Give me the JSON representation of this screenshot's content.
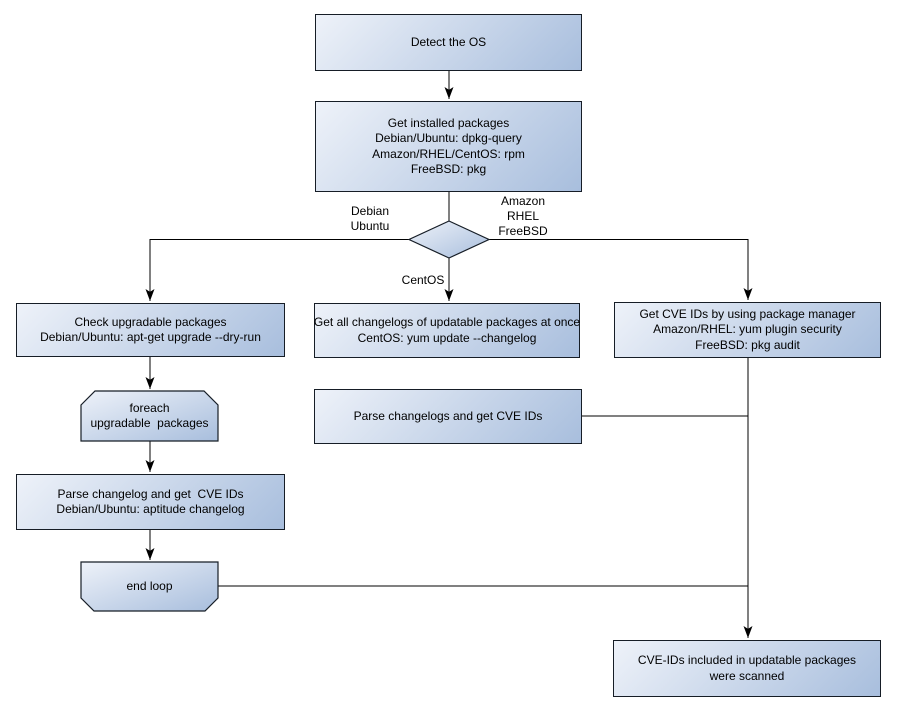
{
  "colors": {
    "node_fill_light": "#eef2f9",
    "node_fill_dark": "#a8bedd",
    "node_border": "#161d26",
    "connector": "#000000",
    "text": "#000000",
    "canvas_bg": "#ffffff"
  },
  "nodes": {
    "detect_os": "Detect the OS",
    "get_installed_packages": "Get installed packages\nDebian/Ubuntu: dpkg-query\nAmazon/RHEL/CentOS: rpm\nFreeBSD: pkg",
    "check_upgradable_packages": "Check upgradable packages\nDebian/Ubuntu: apt-get upgrade --dry-run",
    "foreach_upgradable_packages": "foreach\nupgradable  packages",
    "parse_changelog_debian": "Parse changelog and get  CVE IDs\nDebian/Ubuntu: aptitude changelog",
    "end_loop": "end loop",
    "get_all_changelogs": "Get all changelogs of updatable packages at once\nCentOS: yum update --changelog",
    "parse_changelogs_get_cve_ids": "Parse changelogs and get CVE IDs",
    "get_cve_ids_by_package_manager": "Get CVE IDs by using package manager\nAmazon/RHEL: yum plugin security\nFreeBSD: pkg audit",
    "cve_ids_scanned": "CVE-IDs included in updatable packages\nwere scanned"
  },
  "edge_labels": {
    "debian_ubuntu": "Debian\nUbuntu",
    "amazon_rhel_freebsd": "Amazon\nRHEL\nFreeBSD",
    "centos": "CentOS"
  }
}
